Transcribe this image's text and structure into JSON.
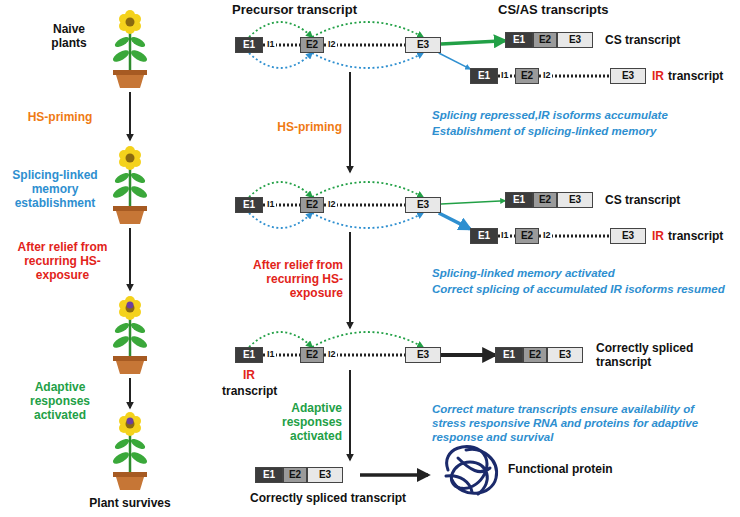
{
  "diagram": {
    "nodes": [
      {
        "text": [
          "E1"
        ]
      },
      {
        "text": [
          "E2"
        ]
      },
      {
        "text": [
          "E3"
        ]
      },
      {
        "text": [
          "E1"
        ]
      },
      {
        "text": [
          "E2"
        ]
      },
      {
        "text": [
          "E3"
        ]
      },
      {
        "text": [
          "E1"
        ]
      },
      {
        "text": [
          "E2"
        ]
      },
      {
        "text": [
          "E3"
        ]
      },
      {
        "text": [
          "E1"
        ]
      },
      {
        "text": [
          "E2"
        ]
      },
      {
        "text": [
          "E3"
        ]
      },
      {
        "text": [
          "E1"
        ]
      },
      {
        "text": [
          "E2"
        ]
      },
      {
        "text": [
          "E3"
        ]
      },
      {
        "text": [
          "E1"
        ]
      },
      {
        "text": [
          "E2"
        ]
      },
      {
        "text": [
          "E3"
        ]
      },
      {
        "text": [
          "E1"
        ]
      },
      {
        "text": [
          "E2"
        ]
      },
      {
        "text": [
          "E3"
        ]
      },
      {
        "text": [
          "E1"
        ]
      },
      {
        "text": [
          "E2"
        ]
      },
      {
        "text": [
          "E3"
        ]
      },
      {
        "text": [
          "E1"
        ]
      },
      {
        "text": [
          "E2"
        ]
      },
      {
        "text": [
          "E3"
        ]
      }
    ],
    "edges": [
      {
        "from": 0,
        "to": 1,
        "arrow": "to"
      },
      {
        "from": 1,
        "to": 2,
        "arrow": "to"
      },
      {
        "from": 0,
        "to": 1,
        "arrow": "to"
      },
      {
        "from": 1,
        "to": 2,
        "arrow": "to"
      },
      {
        "from": 2,
        "to": 3,
        "arrow": "to"
      },
      {
        "from": 2,
        "to": 6,
        "arrow": "to"
      },
      {
        "from": 9,
        "to": 10,
        "arrow": "to"
      },
      {
        "from": 10,
        "to": 11,
        "arrow": "to"
      },
      {
        "from": 9,
        "to": 10,
        "arrow": "to"
      },
      {
        "from": 10,
        "to": 11,
        "arrow": "to"
      },
      {
        "from": 11,
        "to": 12,
        "arrow": "to"
      },
      {
        "from": 11,
        "to": 15,
        "arrow": "to"
      },
      {
        "from": 18,
        "to": 19,
        "arrow": "to"
      },
      {
        "from": 19,
        "to": 20,
        "arrow": "to"
      },
      {
        "from": 20,
        "to": 21,
        "arrow": "to"
      }
    ],
    "labels": [
      "Naive plants",
      "HS-priming",
      "Splicing-linked memory establishment",
      "After relief from recurring HS-exposure",
      "Adaptive responses activated",
      "Plant survives",
      "Precursor transcript",
      "CS/AS transcripts",
      "I1",
      "I2",
      "CS transcript",
      "I1",
      "I2",
      "IR",
      "transcript",
      "Splicing repressed,IR isoforms accumulate",
      "Establishment of splicing-linked memory",
      "HS-priming",
      "I1",
      "I2",
      "CS transcript",
      "I1",
      "I2",
      "IR",
      "transcript",
      "After relief from recurring HS-exposure",
      "Splicing-linked memory activated",
      "Correct splicing of accumulated IR isoforms resumed",
      "I1",
      "I2",
      "IR",
      "transcript",
      "Correctly spliced transcript",
      "Adaptive responses activated",
      "Correct mature transcripts ensure availability of stress responsive RNA and proteins for adaptive response and survival",
      "Correctly spliced transcript",
      "Functional protein"
    ]
  }
}
